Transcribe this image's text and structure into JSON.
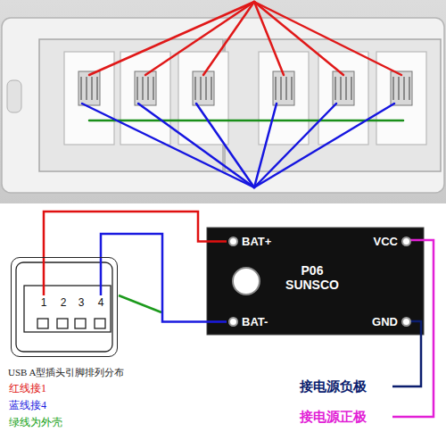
{
  "diagram": {
    "nodes": [
      {
        "text": [
          "USB A型插头引脚排列分布"
        ]
      },
      {
        "text": [
          "1"
        ],
        "in": 0
      },
      {
        "text": [
          "2"
        ],
        "in": 0
      },
      {
        "text": [
          "3"
        ],
        "in": 0
      },
      {
        "text": [
          "4"
        ],
        "in": 0
      },
      {
        "text": [
          "P06 SUNSCO"
        ]
      },
      {
        "text": [
          "BAT+"
        ],
        "in": 5
      },
      {
        "text": [
          "VCC"
        ],
        "in": 5
      },
      {
        "text": [
          "BAT-"
        ],
        "in": 5
      },
      {
        "text": [
          "GND"
        ],
        "in": 5
      }
    ],
    "edges": [
      {
        "from": 1,
        "to": 6,
        "arrow": "none"
      },
      {
        "from": 4,
        "to": 8,
        "arrow": "none"
      }
    ],
    "labels": [
      "红线接1",
      "蓝线接4",
      "绿线为外壳",
      "接电源负极",
      "接电源正极"
    ]
  }
}
